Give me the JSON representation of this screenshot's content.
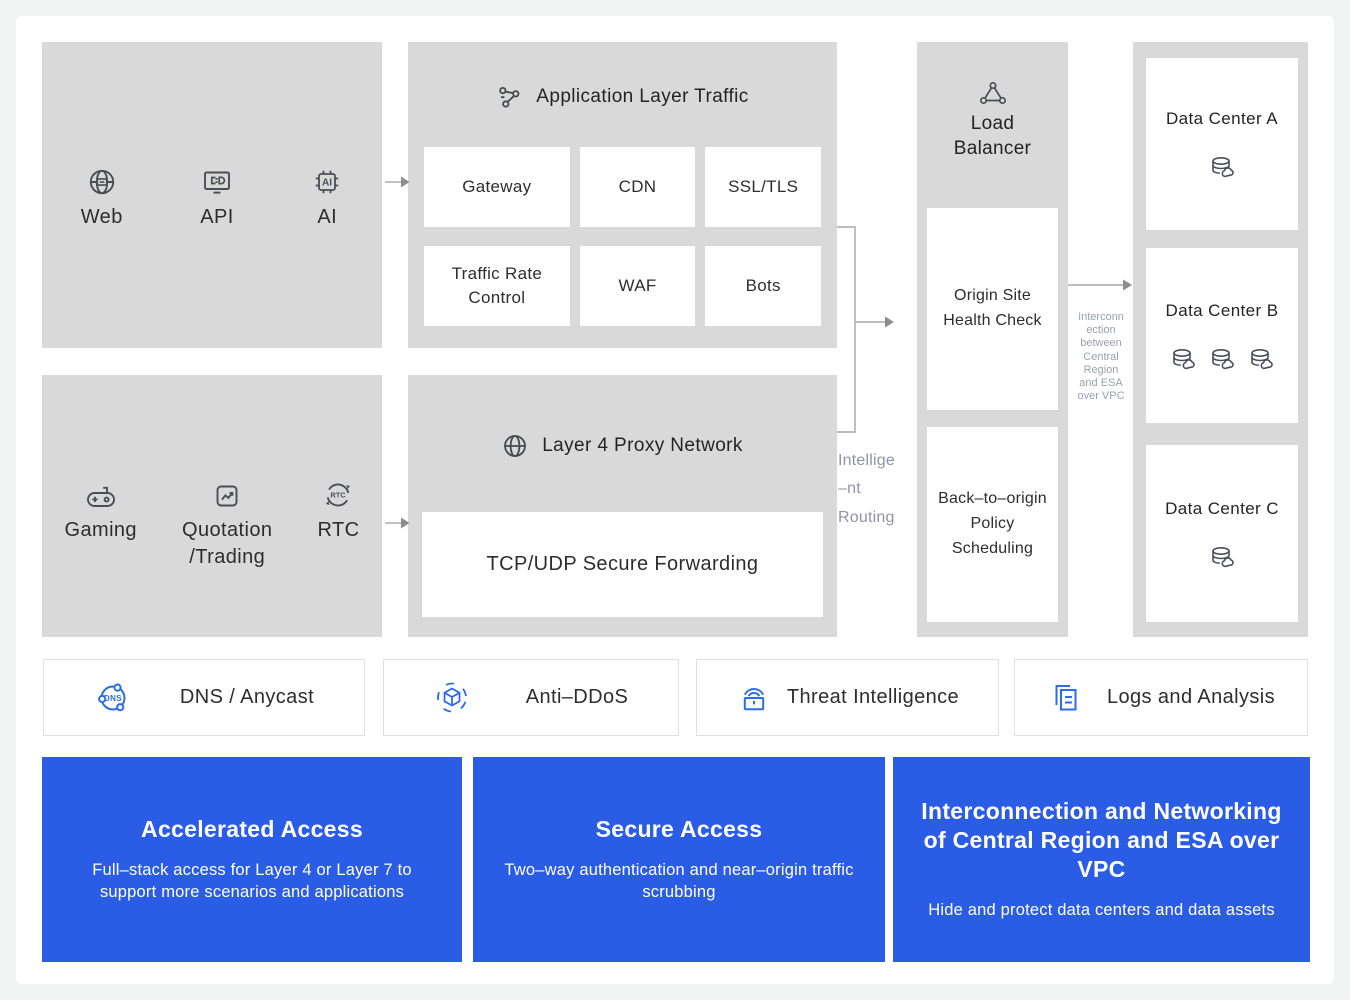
{
  "colors": {
    "background": "#f2f3f3",
    "panel_gray": "#d9d9d9",
    "accent_blue": "#2b5ce6",
    "icon_blue": "#2b6ce9",
    "muted_note": "#8d94a6"
  },
  "clients_l7": {
    "items": [
      {
        "label": "Web"
      },
      {
        "label": "API"
      },
      {
        "label": "AI"
      }
    ]
  },
  "clients_l4": {
    "items": [
      {
        "label": "Gaming"
      },
      {
        "label": "Quotation\n/Trading"
      },
      {
        "label": "RTC"
      }
    ]
  },
  "app_layer": {
    "title": "Application Layer Traffic",
    "cells": [
      "Gateway",
      "CDN",
      "SSL/TLS",
      "Traffic Rate Control",
      "WAF",
      "Bots"
    ]
  },
  "l4_proxy": {
    "title": "Layer 4 Proxy Network",
    "cell": "TCP/UDP Secure Forwarding"
  },
  "load_balancer": {
    "title": "Load Balancer",
    "boxes": [
      "Origin Site Health Check",
      "Back–to–origin Policy Scheduling"
    ]
  },
  "notes": {
    "routing": "Intellige\n–nt\nRouting",
    "vpc": "Interconn\nection\nbetween\nCentral\nRegion\nand ESA\nover VPC"
  },
  "data_centers": [
    {
      "label": "Data Center A"
    },
    {
      "label": "Data Center B"
    },
    {
      "label": "Data Center C"
    }
  ],
  "services": [
    {
      "label": "DNS / Anycast"
    },
    {
      "label": "Anti–DDoS"
    },
    {
      "label": "Threat Intelligence"
    },
    {
      "label": "Logs and Analysis"
    }
  ],
  "features": [
    {
      "title": "Accelerated Access",
      "body": "Full–stack access for Layer 4 or Layer 7 to support more scenarios and applications"
    },
    {
      "title": "Secure Access",
      "body": "Two–way authentication and near–origin traffic scrubbing"
    },
    {
      "title": "Interconnection and Networking of Central Region and ESA over VPC",
      "body": "Hide and protect data centers and data assets"
    }
  ]
}
